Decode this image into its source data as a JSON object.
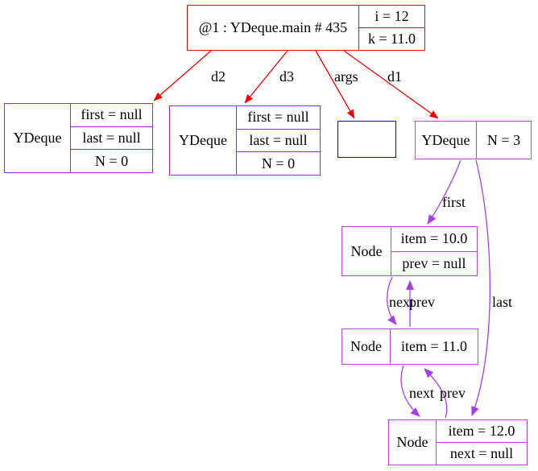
{
  "frame": {
    "title": "@1 : YDeque.main # 435",
    "fields": [
      "i = 12",
      "k = 11.0"
    ]
  },
  "objects": {
    "ydeque_d2": {
      "type": "YDeque",
      "fields": [
        "first = null",
        "last = null",
        "N = 0"
      ]
    },
    "ydeque_d3": {
      "type": "YDeque",
      "fields": [
        "first = null",
        "last = null",
        "N = 0"
      ]
    },
    "args_array": {
      "type": "",
      "fields": []
    },
    "ydeque_d1": {
      "type": "YDeque",
      "fields": [
        "N = 3"
      ]
    },
    "node_first": {
      "type": "Node",
      "fields": [
        "item = 10.0",
        "prev = null"
      ]
    },
    "node_middle": {
      "type": "Node",
      "fields": [
        "item = 11.0"
      ]
    },
    "node_last": {
      "type": "Node",
      "fields": [
        "item = 12.0",
        "next = null"
      ]
    }
  },
  "edge_labels": {
    "d2": "d2",
    "d3": "d3",
    "args": "args",
    "d1": "d1",
    "first": "first",
    "last": "last",
    "next_top": "next",
    "prev_top": "prev",
    "next_bottom": "next",
    "prev_bottom": "prev"
  },
  "colors": {
    "frame_border": "#ee0000",
    "frame_edge": "#ee0000",
    "object_border": "#a020f0",
    "active_object_border": "#bc42d8",
    "array_border": "#0000dd",
    "reference_edge": "#a63ee8",
    "text": "#000000",
    "background": "#ffffff"
  }
}
